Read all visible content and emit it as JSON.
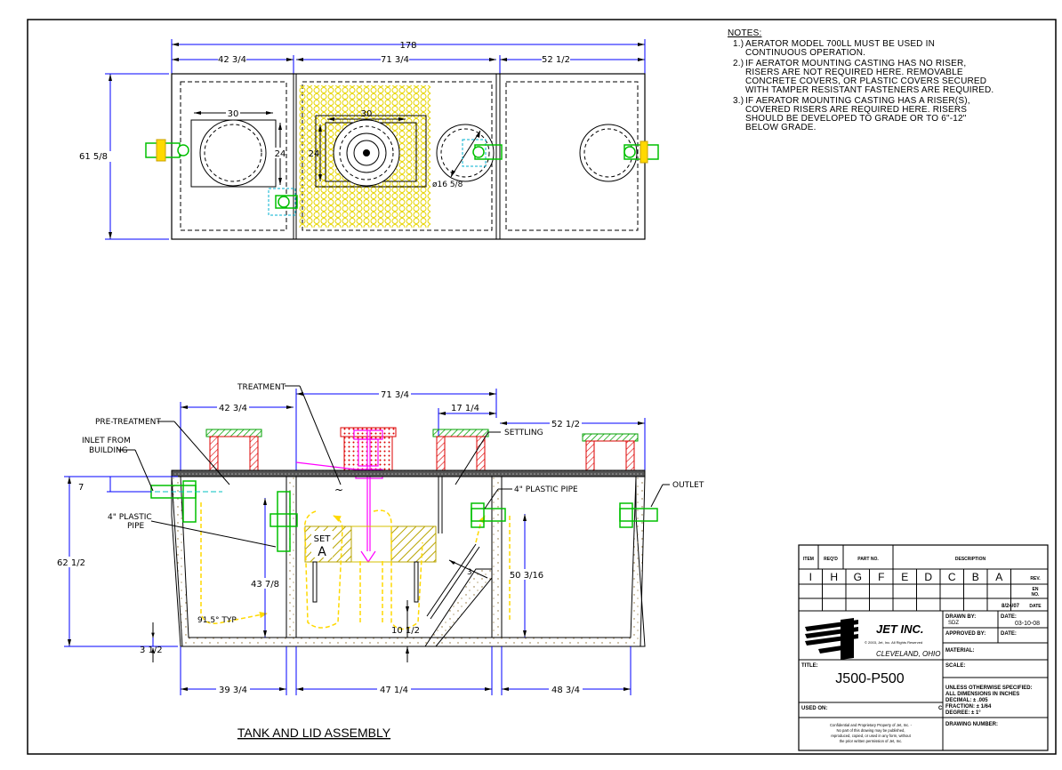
{
  "notes": {
    "heading": "NOTES:",
    "items": [
      {
        "num": "1.)",
        "text": "AERATOR MODEL 700LL MUST BE USED IN\nCONTINUOUS OPERATION."
      },
      {
        "num": "2.)",
        "text": "IF AERATOR MOUNTING CASTING HAS NO RISER,\nRISERS ARE NOT REQUIRED HERE. REMOVABLE\nCONCRETE COVERS, OR PLASTIC COVERS SECURED\nWITH TAMPER RESISTANT FASTENERS ARE REQUIRED."
      },
      {
        "num": "3.)",
        "text": "IF AERATOR MOUNTING CASTING HAS A RISER(S),\nCOVERED RISERS ARE REQUIRED HERE. RISERS\nSHOULD BE DEVELOPED TO GRADE OR TO 6\"-12\"\nBELOW GRADE."
      }
    ]
  },
  "plan": {
    "overall": "178",
    "seg1": "42 3/4",
    "seg2": "71 3/4",
    "seg3": "52 1/2",
    "height": "61 5/8",
    "lid_w1": "30",
    "lid_h1": "24",
    "lid_w2": "30",
    "lid_h2": "24",
    "riser_dia": "ø16 5/8"
  },
  "section": {
    "top_42": "42 3/4",
    "top_71": "71 3/4",
    "top_17": "17 1/4",
    "top_52": "52 1/2",
    "treatment": "TREATMENT",
    "pretreatment": "PRE-TREATMENT",
    "settling": "SETTLING",
    "inlet1": "INLET FROM",
    "inlet2": "BUILDING",
    "outlet": "OUTLET",
    "pipe_left1": "4\" PLASTIC",
    "pipe_left2": "PIPE",
    "pipe_right": "4\" PLASTIC PIPE",
    "dim7": "7",
    "dim62": "62 1/2",
    "dim43": "43 7/8",
    "dim50": "50 3/16",
    "dim10": "10 1/2",
    "dim3": "3 1/2",
    "angle": "91.5° TYP",
    "small3": "3",
    "set": "SET",
    "set_letter": "A",
    "bot_39": "39 3/4",
    "bot_47": "47 1/4",
    "bot_48": "48 3/4",
    "tilde": "~"
  },
  "caption": "TANK AND LID ASSEMBLY",
  "titleblock": {
    "h_item": "ITEM",
    "h_reqd": "REQ'D",
    "h_part": "PART NO.",
    "h_desc": "DESCRIPTION",
    "revs": [
      "I",
      "H",
      "G",
      "F",
      "E",
      "D",
      "C",
      "B",
      "A"
    ],
    "rev": "REV.",
    "en": "EN\nNO.",
    "date_col": "DATE",
    "rev_date": "8/24/07",
    "company": "JET INC.",
    "copyright": "© 2003, Jet, Inc. All Rights Reserved",
    "city": "CLEVELAND, OHIO",
    "drawn_by_lbl": "DRAWN BY:",
    "drawn_by": "SDZ",
    "date_lbl": "DATE:",
    "date": "03-10-08",
    "approved_lbl": "APPROVED BY:",
    "date2_lbl": "DATE:",
    "material_lbl": "MATERIAL:",
    "title_lbl": "TITLE:",
    "title": "J500-P500",
    "scale_lbl": "SCALE:",
    "tol1": "UNLESS OTHERWISE SPECIFIED:",
    "tol2": "ALL DIMENSIONS IN INCHES",
    "tol3": "DECIMAL:  ± .005",
    "tol4": "FRACTION: ± 1/64",
    "tol5": "DEGREE:  ± 1°",
    "used_on": "USED ON:",
    "c_mark": "C",
    "conf1": "Confidential and Proprietary Property of Jet, Inc. -",
    "conf2": "No part of this drawing may be published,",
    "conf3": "reproduced, copied, or used in any form, without",
    "conf4": "the prior written permission of Jet, Inc.",
    "dwg_num_lbl": "DRAWING NUMBER:"
  }
}
